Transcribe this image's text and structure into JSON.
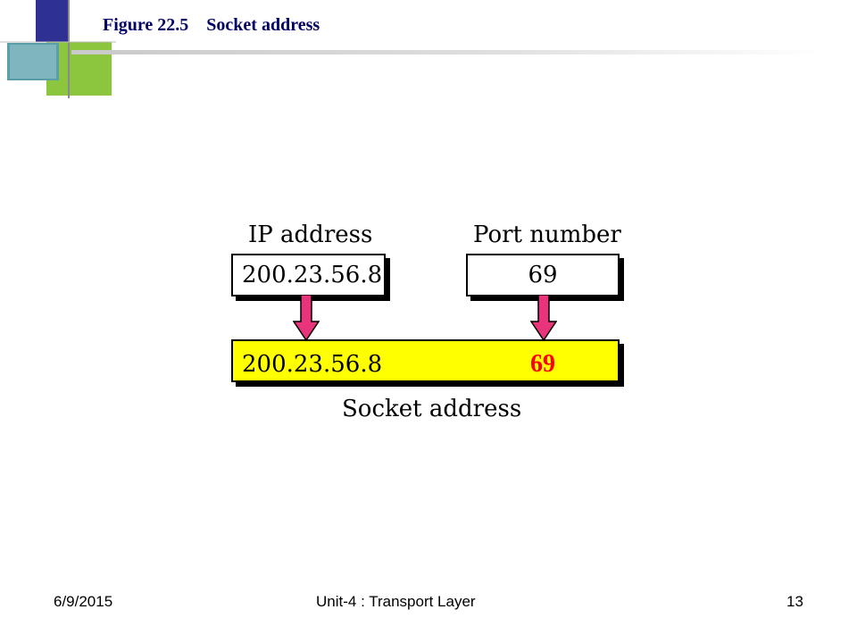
{
  "slide": {
    "figure_number": "Figure 22.5",
    "figure_title": "Socket address"
  },
  "diagram": {
    "ip_label": "IP address",
    "port_label": "Port number",
    "ip_value": "200.23.56.8",
    "port_value": "69",
    "socket_ip": "200.23.56.8",
    "socket_port": "69",
    "socket_label": "Socket address",
    "colors": {
      "socket_fill": "#ffff00",
      "port_highlight": "#ff0000",
      "arrow": "#e8347a"
    }
  },
  "footer": {
    "date": "6/9/2015",
    "center": "Unit-4 : Transport Layer",
    "page_number": "13"
  }
}
